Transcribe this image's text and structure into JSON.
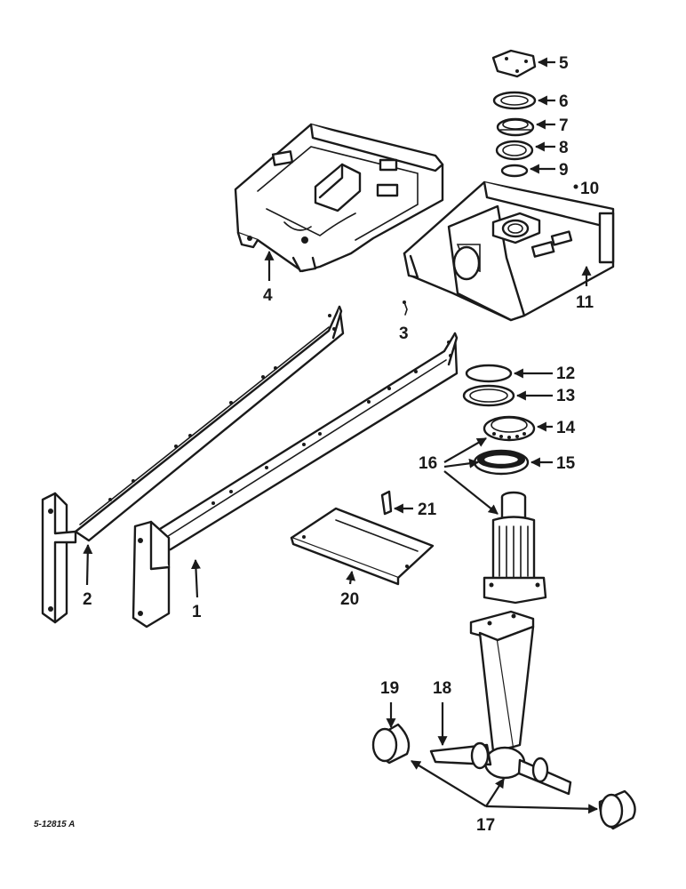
{
  "drawing_code": "5-12815 A",
  "callouts": {
    "c1": "1",
    "c2": "2",
    "c3": "3",
    "c4": "4",
    "c5": "5",
    "c6": "6",
    "c7": "7",
    "c8": "8",
    "c9": "9",
    "c10": "10",
    "c11": "11",
    "c12": "12",
    "c13": "13",
    "c14": "14",
    "c15": "15",
    "c16": "16",
    "c17": "17",
    "c18": "18",
    "c19": "19",
    "c20": "20",
    "c21": "21"
  }
}
